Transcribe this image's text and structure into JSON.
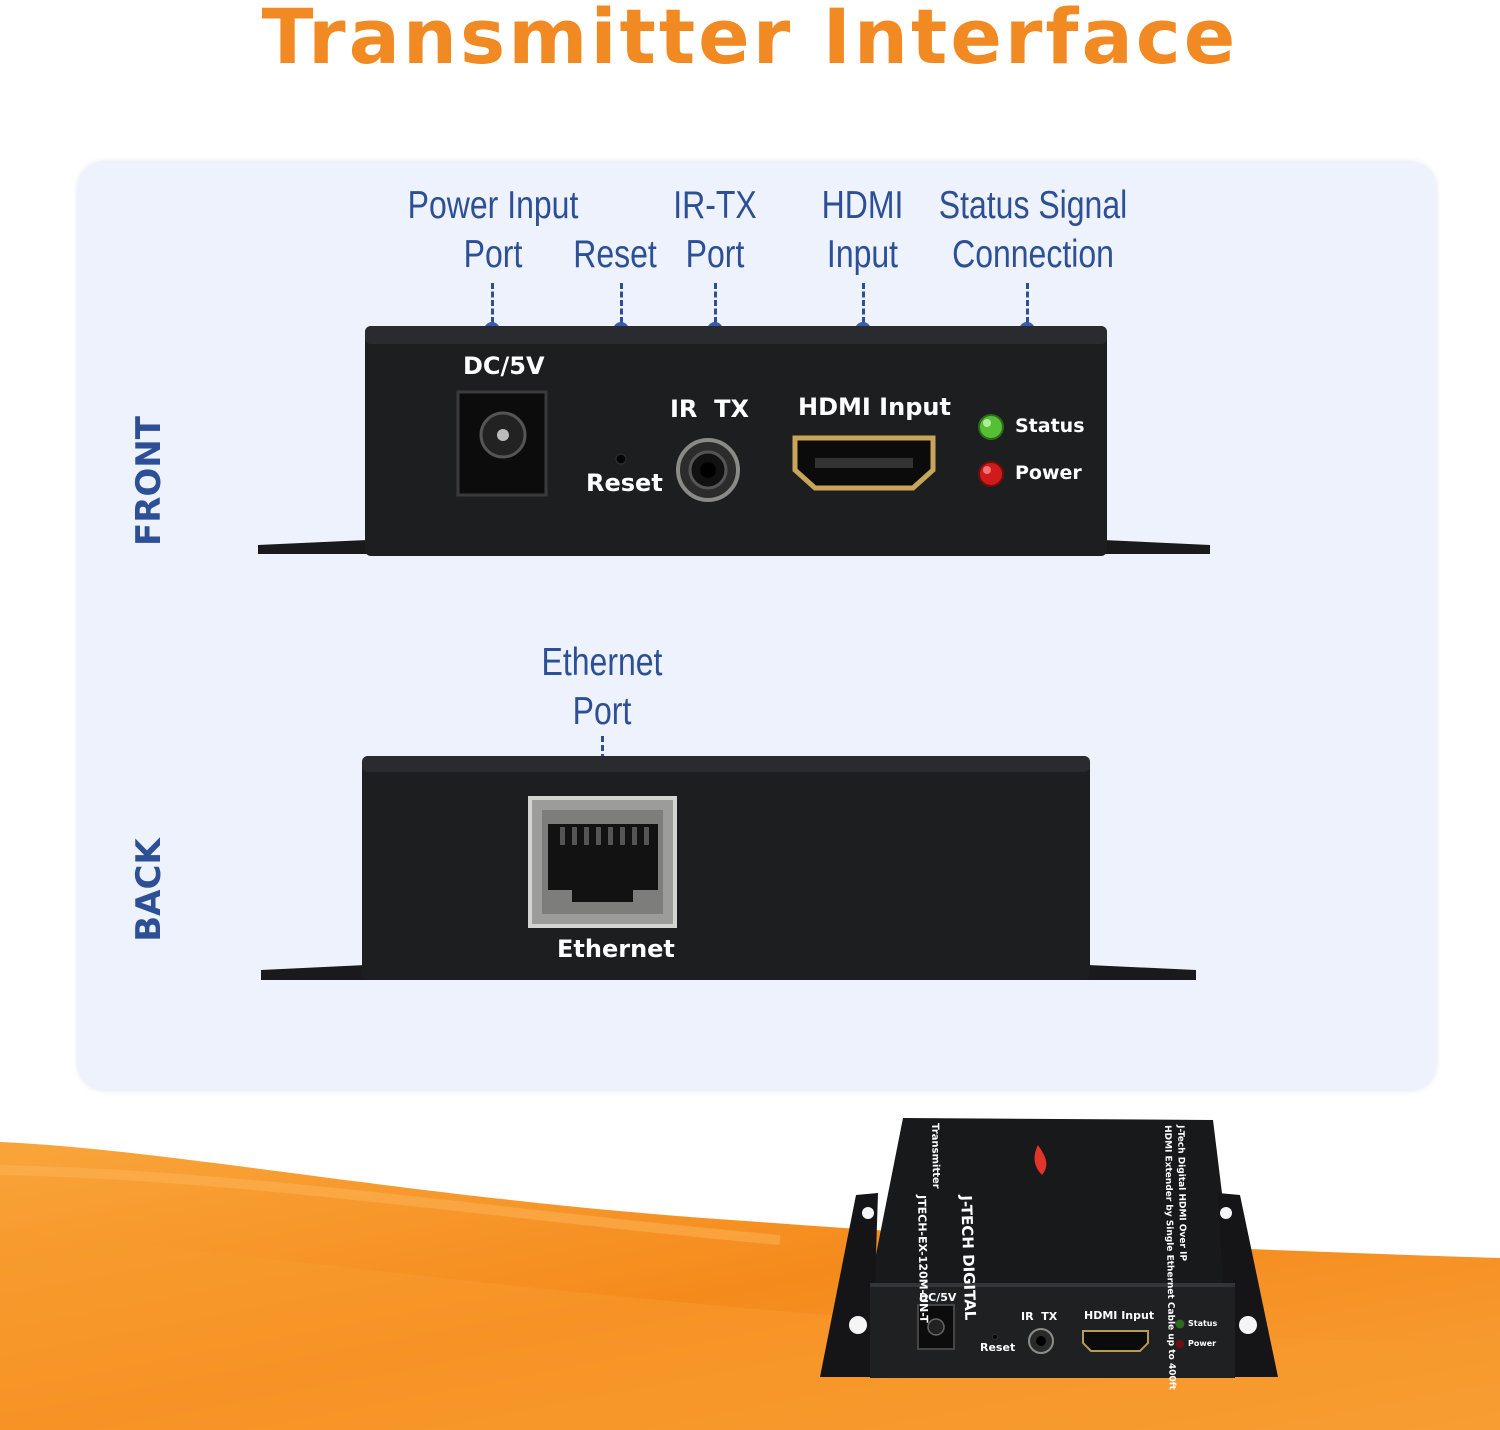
{
  "title": "Transmitter Interface",
  "colors": {
    "title": "#f28a24",
    "callout": "#2d4f96",
    "callout_dot": "#3a5cb0",
    "panel": "#edf2fd",
    "device_body": "#1d1e20",
    "led_green": "#55c034",
    "led_red": "#d11a1a",
    "orange": "#f7931e"
  },
  "front": {
    "side_label": "FRONT",
    "callouts": [
      {
        "line1": "Power Input",
        "line2": "Port"
      },
      {
        "line1": "",
        "line2": "Reset"
      },
      {
        "line1": "IR-TX",
        "line2": "Port"
      },
      {
        "line1": "HDMI",
        "line2": "Input"
      },
      {
        "line1": "Status Signal",
        "line2": "Connection"
      }
    ],
    "device": {
      "dc_label": "DC/5V",
      "reset_label": "Reset",
      "ir_label": "IR  TX",
      "hdmi_label": "HDMI Input",
      "status_label": "Status",
      "power_label": "Power"
    }
  },
  "back": {
    "side_label": "BACK",
    "callout": {
      "line1": "Ethernet",
      "line2": "Port"
    },
    "device": {
      "ethernet_label": "Ethernet"
    }
  },
  "product": {
    "brand": "J-TECH DIGITAL",
    "top_line1": "J-Tech Digital HDMI Over IP",
    "top_line2": "HDMI Extender by Single Ethernet Cable up to 400ft",
    "model": "JTECH-EX-120M-UN-T",
    "side_text": "Transmitter",
    "dc_label": "DC/5V",
    "reset_label": "Reset",
    "ir_label": "IR  TX",
    "hdmi_label": "HDMI Input",
    "status_label": "Status",
    "power_label": "Power"
  }
}
